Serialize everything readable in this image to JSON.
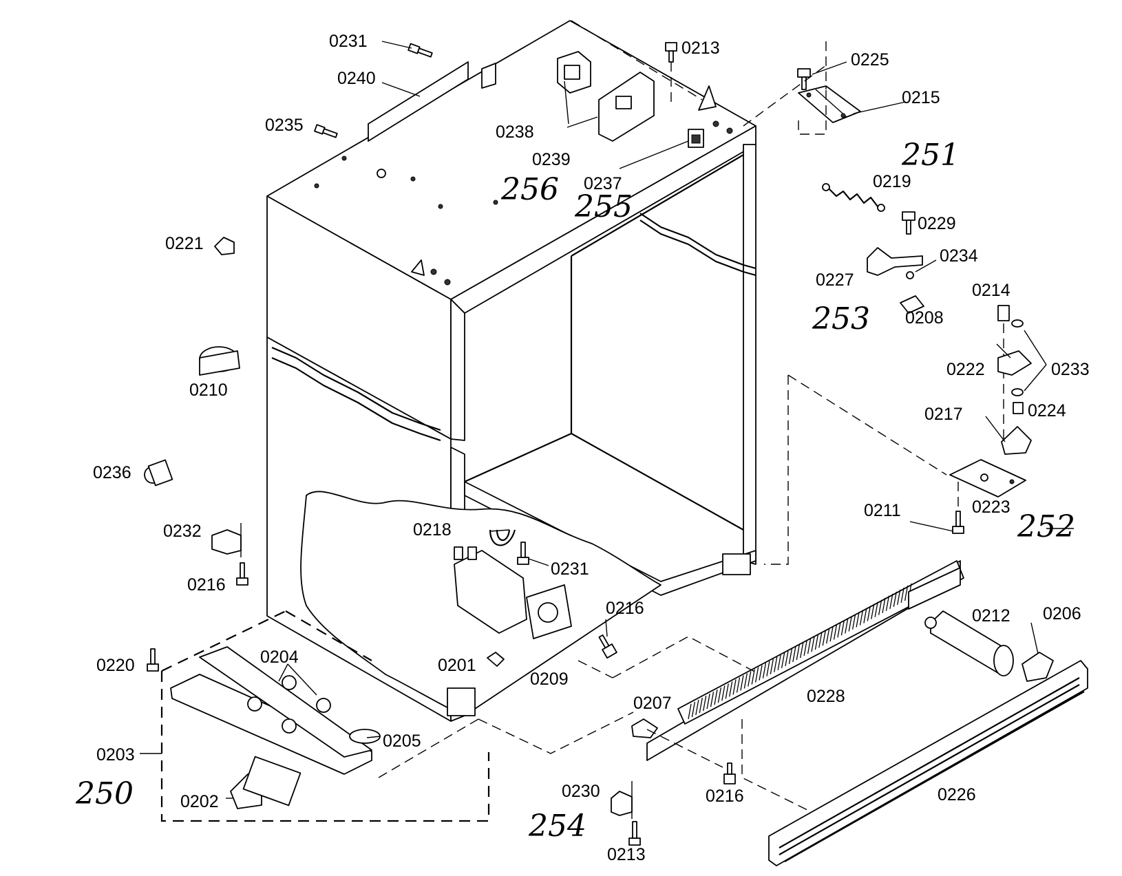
{
  "diagram": {
    "part_labels": {
      "p0231a": "0231",
      "p0240": "0240",
      "p0235": "0235",
      "p0238": "0238",
      "p0239": "0239",
      "p0237": "0237",
      "p0213a": "0213",
      "p0225": "0225",
      "p0215": "0215",
      "p0219": "0219",
      "p0229": "0229",
      "p0234": "0234",
      "p0227": "0227",
      "p0208": "0208",
      "p0214": "0214",
      "p0222": "0222",
      "p0233": "0233",
      "p0224": "0224",
      "p0217": "0217",
      "p0223": "0223",
      "p0211": "0211",
      "p0221": "0221",
      "p0210": "0210",
      "p0236": "0236",
      "p0232": "0232",
      "p0216a": "0216",
      "p0218": "0218",
      "p0231b": "0231",
      "p0216b": "0216",
      "p0209": "0209",
      "p0201": "0201",
      "p0220": "0220",
      "p0204": "0204",
      "p0205": "0205",
      "p0203": "0203",
      "p0202": "0202",
      "p0212": "0212",
      "p0206": "0206",
      "p0228": "0228",
      "p0207": "0207",
      "p0230": "0230",
      "p0216c": "0216",
      "p0213b": "0213",
      "p0226": "0226"
    },
    "group_numbers": {
      "g250": "250",
      "g251": "251",
      "g252": "252",
      "g253": "253",
      "g254": "254",
      "g255": "255",
      "g256": "256"
    }
  }
}
